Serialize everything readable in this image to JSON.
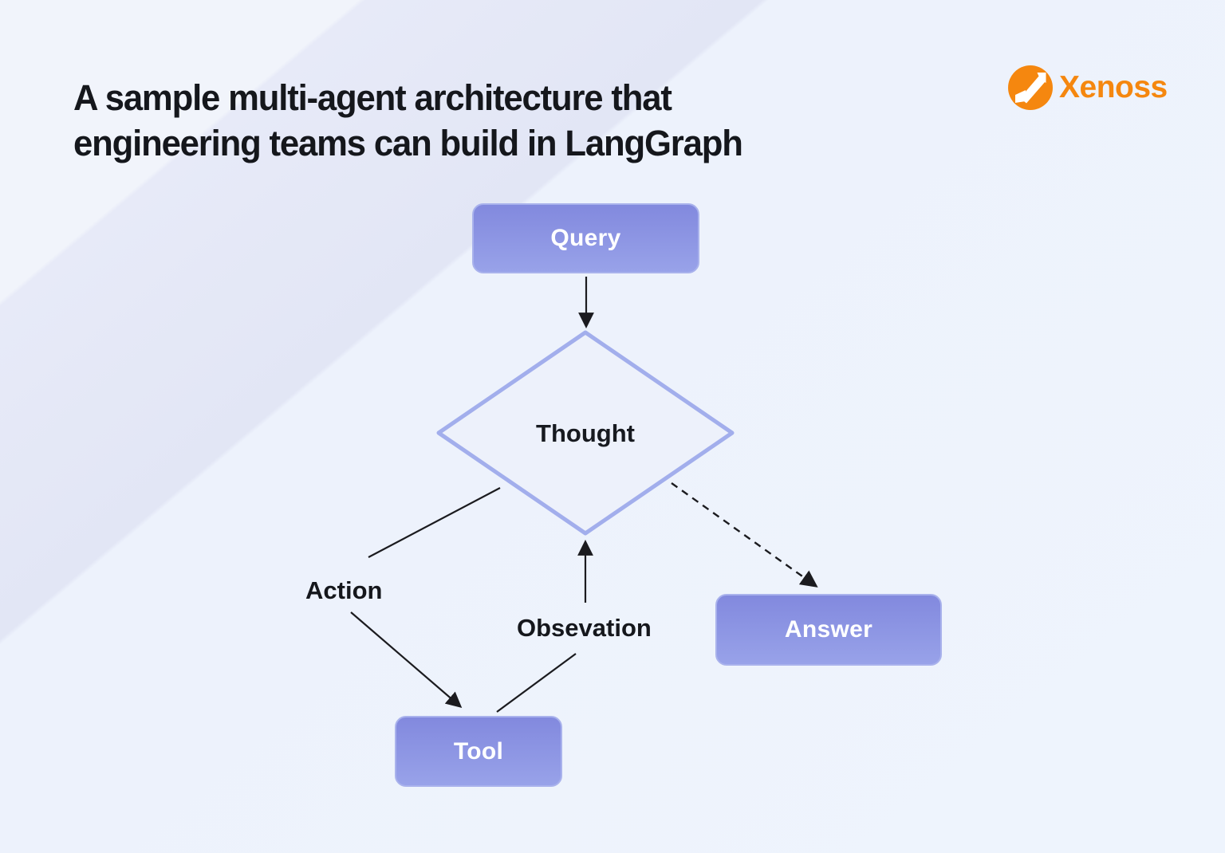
{
  "title": {
    "full": "A sample multi-agent architecture that engineering teams can build in LangGraph",
    "lines": [
      "A sample multi-agent architecture that",
      "engineering teams can build in LangGraph"
    ]
  },
  "logo": {
    "text": "Xenoss",
    "brand_color": "#F5870F",
    "icon": "xenoss-circle-n-icon"
  },
  "diagram": {
    "nodes": {
      "query": {
        "label": "Query",
        "shape": "rounded-rect"
      },
      "thought": {
        "label": "Thought",
        "shape": "diamond"
      },
      "answer": {
        "label": "Answer",
        "shape": "rounded-rect"
      },
      "tool": {
        "label": "Tool",
        "shape": "rounded-rect"
      }
    },
    "edge_labels": {
      "action": {
        "label": "Action"
      },
      "obsevation": {
        "label": "Obsevation"
      }
    },
    "edges": [
      {
        "from": "Query",
        "to": "Thought",
        "style": "solid",
        "arrow": true
      },
      {
        "from": "Thought",
        "to": "Tool",
        "style": "solid",
        "arrow": true,
        "label": "Action"
      },
      {
        "from": "Tool",
        "to": "Thought",
        "style": "solid",
        "arrow": true,
        "label": "Obsevation"
      },
      {
        "from": "Thought",
        "to": "Answer",
        "style": "dashed",
        "arrow": true
      }
    ],
    "colors": {
      "node_fill_top": "#8289DE",
      "node_fill_bottom": "#98A2E9",
      "node_border": "#A9B2EC",
      "diamond_border": "#A2AEEC",
      "diamond_fill": "#EDF1FB",
      "node_text": "#FFFFFF",
      "label_text": "#15171C",
      "connector": "#1B1B1F",
      "title_text": "#15171C"
    }
  }
}
